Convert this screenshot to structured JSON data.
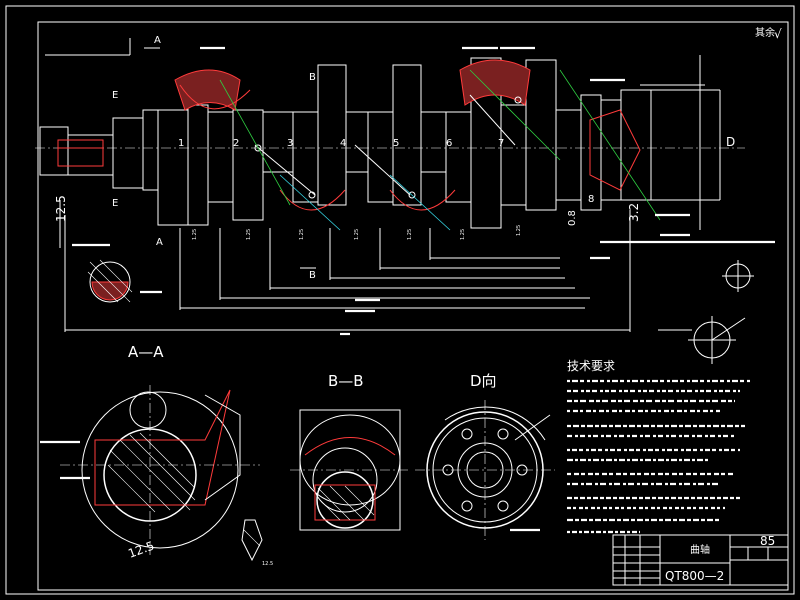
{
  "drawing": {
    "top_right_note": "其余",
    "roughness_mark": "√",
    "sections": {
      "aa": "A—A",
      "bb": "B—B",
      "d_view": "D向"
    },
    "cut_labels": {
      "a_top": "A",
      "a_bottom": "A",
      "b_top": "B",
      "b_bottom": "B",
      "e_top": "E",
      "e_bottom": "E",
      "d_right": "D"
    },
    "journal_numbers": [
      "1",
      "2",
      "3",
      "4",
      "5",
      "6",
      "7",
      "8"
    ],
    "dims": {
      "left_vertical": "12.5",
      "right_vertical": "3.2",
      "aa_dim": "12.5",
      "small_dim": "12.5",
      "ra_values": [
        "1.25",
        "1.25",
        "1.25",
        "1.25",
        "1.25",
        "1.25",
        "1.25",
        "0.8"
      ]
    },
    "tech_req_title": "技术要求",
    "title_block": {
      "part_name": "曲轴",
      "scale": "85",
      "drawing_code": "QT800—2"
    }
  }
}
